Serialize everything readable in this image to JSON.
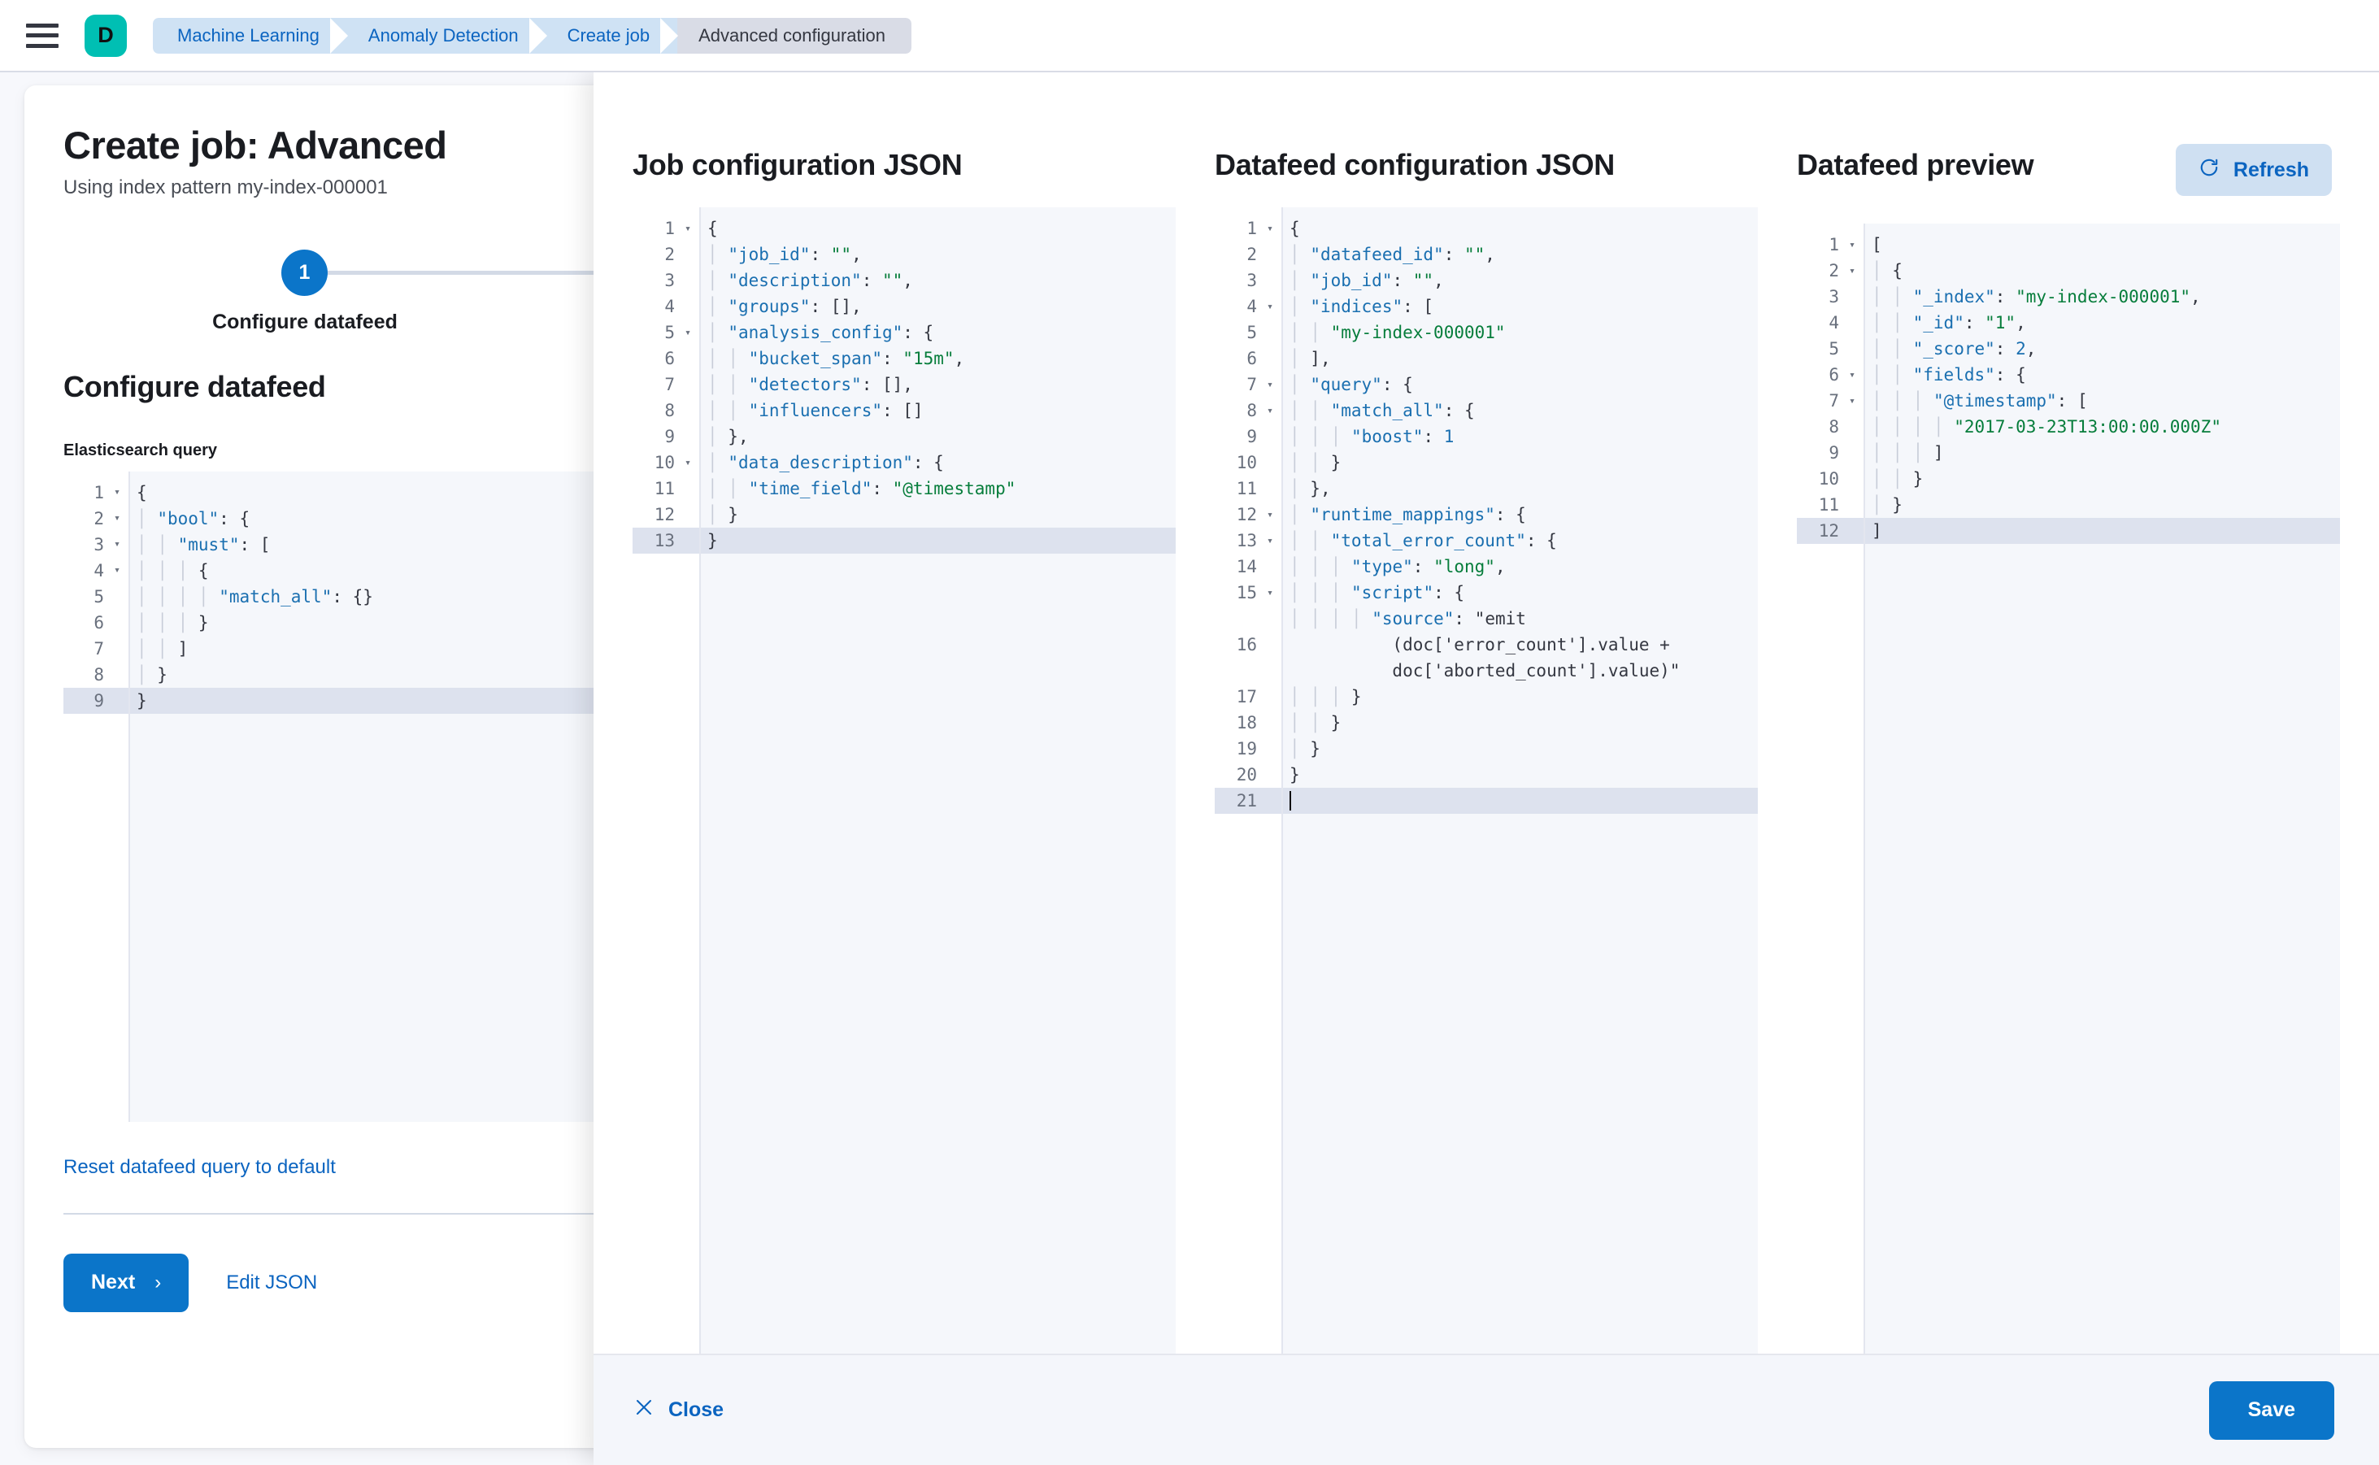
{
  "topbar": {
    "menu_icon": "hamburger-icon",
    "logo_letter": "D",
    "breadcrumbs": [
      {
        "label": "Machine Learning",
        "active": false
      },
      {
        "label": "Anomaly Detection",
        "active": false
      },
      {
        "label": "Create job",
        "active": false
      },
      {
        "label": "Advanced configuration",
        "active": true
      }
    ]
  },
  "page": {
    "title": "Create job: Advanced",
    "subtitle": "Using index pattern my-index-000001",
    "step_number": "1",
    "step_label": "Configure datafeed",
    "section_title": "Configure datafeed",
    "query_field_label": "Elasticsearch query",
    "reset_link": "Reset datafeed query to default",
    "next_label": "Next",
    "next_chevron": "›",
    "edit_json_label": "Edit JSON",
    "es_query_lines": [
      {
        "n": "1",
        "fold": true,
        "hl": false,
        "text": "{"
      },
      {
        "n": "2",
        "fold": true,
        "hl": false,
        "text": "  \"bool\": {"
      },
      {
        "n": "3",
        "fold": true,
        "hl": false,
        "text": "    \"must\": ["
      },
      {
        "n": "4",
        "fold": true,
        "hl": false,
        "text": "      {"
      },
      {
        "n": "5",
        "fold": false,
        "hl": false,
        "text": "        \"match_all\": {}"
      },
      {
        "n": "6",
        "fold": false,
        "hl": false,
        "text": "      }"
      },
      {
        "n": "7",
        "fold": false,
        "hl": false,
        "text": "    ]"
      },
      {
        "n": "8",
        "fold": false,
        "hl": false,
        "text": "  }"
      },
      {
        "n": "9",
        "fold": false,
        "hl": true,
        "text": "}"
      }
    ]
  },
  "flyout": {
    "job_panel": {
      "title": "Job configuration JSON",
      "lines": [
        {
          "n": "1",
          "fold": true,
          "hl": false,
          "text": "{"
        },
        {
          "n": "2",
          "fold": false,
          "hl": false,
          "text": "  \"job_id\": \"\","
        },
        {
          "n": "3",
          "fold": false,
          "hl": false,
          "text": "  \"description\": \"\","
        },
        {
          "n": "4",
          "fold": false,
          "hl": false,
          "text": "  \"groups\": [],"
        },
        {
          "n": "5",
          "fold": true,
          "hl": false,
          "text": "  \"analysis_config\": {"
        },
        {
          "n": "6",
          "fold": false,
          "hl": false,
          "text": "    \"bucket_span\": \"15m\","
        },
        {
          "n": "7",
          "fold": false,
          "hl": false,
          "text": "    \"detectors\": [],"
        },
        {
          "n": "8",
          "fold": false,
          "hl": false,
          "text": "    \"influencers\": []"
        },
        {
          "n": "9",
          "fold": false,
          "hl": false,
          "text": "  },"
        },
        {
          "n": "10",
          "fold": true,
          "hl": false,
          "text": "  \"data_description\": {"
        },
        {
          "n": "11",
          "fold": false,
          "hl": false,
          "text": "    \"time_field\": \"@timestamp\""
        },
        {
          "n": "12",
          "fold": false,
          "hl": false,
          "text": "  }"
        },
        {
          "n": "13",
          "fold": false,
          "hl": true,
          "text": "}"
        }
      ]
    },
    "datafeed_panel": {
      "title": "Datafeed configuration JSON",
      "lines": [
        {
          "n": "1",
          "fold": true,
          "hl": false,
          "text": "{"
        },
        {
          "n": "2",
          "fold": false,
          "hl": false,
          "text": "  \"datafeed_id\": \"\","
        },
        {
          "n": "3",
          "fold": false,
          "hl": false,
          "text": "  \"job_id\": \"\","
        },
        {
          "n": "4",
          "fold": true,
          "hl": false,
          "text": "  \"indices\": ["
        },
        {
          "n": "5",
          "fold": false,
          "hl": false,
          "text": "    \"my-index-000001\""
        },
        {
          "n": "6",
          "fold": false,
          "hl": false,
          "text": "  ],"
        },
        {
          "n": "7",
          "fold": true,
          "hl": false,
          "text": "  \"query\": {"
        },
        {
          "n": "8",
          "fold": true,
          "hl": false,
          "text": "    \"match_all\": {"
        },
        {
          "n": "9",
          "fold": false,
          "hl": false,
          "text": "      \"boost\": 1"
        },
        {
          "n": "10",
          "fold": false,
          "hl": false,
          "text": "    }"
        },
        {
          "n": "11",
          "fold": false,
          "hl": false,
          "text": "  },"
        },
        {
          "n": "12",
          "fold": true,
          "hl": false,
          "text": "  \"runtime_mappings\": {"
        },
        {
          "n": "13",
          "fold": true,
          "hl": false,
          "text": "    \"total_error_count\": {"
        },
        {
          "n": "14",
          "fold": false,
          "hl": false,
          "text": "      \"type\": \"long\","
        },
        {
          "n": "15",
          "fold": true,
          "hl": false,
          "text": "      \"script\": {"
        },
        {
          "n": "16",
          "fold": false,
          "hl": false,
          "text": "        \"source\": \"emit\n          (doc['error_count'].value +\n          doc['aborted_count'].value)\""
        },
        {
          "n": "17",
          "fold": false,
          "hl": false,
          "text": "      }"
        },
        {
          "n": "18",
          "fold": false,
          "hl": false,
          "text": "    }"
        },
        {
          "n": "19",
          "fold": false,
          "hl": false,
          "text": "  }"
        },
        {
          "n": "20",
          "fold": false,
          "hl": false,
          "text": "}"
        },
        {
          "n": "21",
          "fold": false,
          "hl": true,
          "text": "",
          "caret": true
        }
      ]
    },
    "preview_panel": {
      "title": "Datafeed preview",
      "refresh_label": "Refresh",
      "refresh_icon": "refresh-icon",
      "lines": [
        {
          "n": "1",
          "fold": true,
          "hl": false,
          "text": "["
        },
        {
          "n": "2",
          "fold": true,
          "hl": false,
          "text": "  {"
        },
        {
          "n": "3",
          "fold": false,
          "hl": false,
          "text": "    \"_index\": \"my-index-000001\","
        },
        {
          "n": "4",
          "fold": false,
          "hl": false,
          "text": "    \"_id\": \"1\","
        },
        {
          "n": "5",
          "fold": false,
          "hl": false,
          "text": "    \"_score\": 2,"
        },
        {
          "n": "6",
          "fold": true,
          "hl": false,
          "text": "    \"fields\": {"
        },
        {
          "n": "7",
          "fold": true,
          "hl": false,
          "text": "      \"@timestamp\": ["
        },
        {
          "n": "8",
          "fold": false,
          "hl": false,
          "text": "        \"2017-03-23T13:00:00.000Z\""
        },
        {
          "n": "9",
          "fold": false,
          "hl": false,
          "text": "      ]"
        },
        {
          "n": "10",
          "fold": false,
          "hl": false,
          "text": "    }"
        },
        {
          "n": "11",
          "fold": false,
          "hl": false,
          "text": "  }"
        },
        {
          "n": "12",
          "fold": false,
          "hl": true,
          "text": "]"
        }
      ]
    },
    "footer": {
      "close_label": "Close",
      "close_icon": "close-icon",
      "save_label": "Save"
    }
  },
  "colors": {
    "accent_blue": "#0b75c9",
    "link_blue": "#0b64c0",
    "logo_teal": "#00bfb3",
    "breadcrumb_blue": "#cfe2f4",
    "breadcrumb_active": "#d9dce6",
    "string_green": "#067d3b",
    "key_blue": "#1a6fb0",
    "editor_bg": "#f5f7fb",
    "active_line": "#dde2ee"
  }
}
